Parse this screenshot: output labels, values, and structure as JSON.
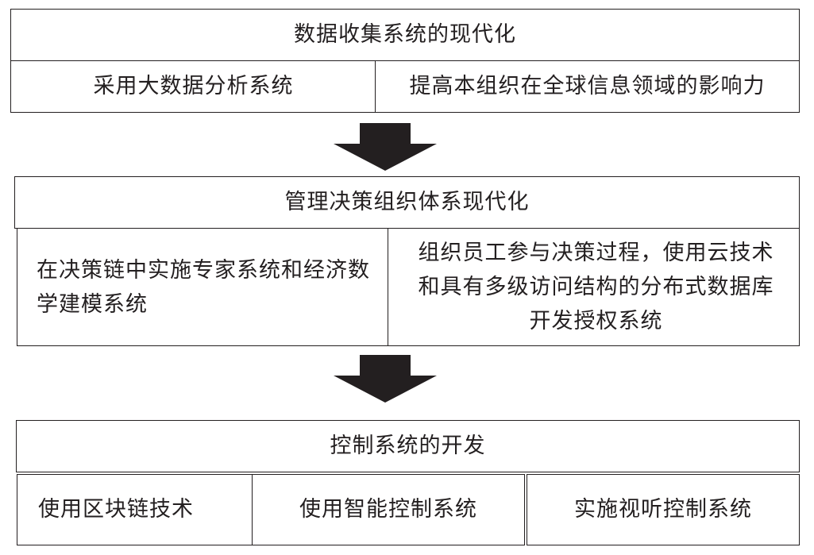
{
  "stages": [
    {
      "title": "数据收集系统的现代化",
      "items": [
        "采用大数据分析系统",
        "提高本组织在全球信息领域的影响力"
      ]
    },
    {
      "title": "管理决策组织体系现代化",
      "items": [
        "在决策链中实施专家系统和经济数学建模系统",
        "组织员工参与决策过程，使用云技术和具有多级访问结构的分布式数据库开发授权系统"
      ]
    },
    {
      "title": "控制系统的开发",
      "items": [
        "使用区块链技术",
        "使用智能控制系统",
        "实施视听控制系统"
      ]
    }
  ]
}
